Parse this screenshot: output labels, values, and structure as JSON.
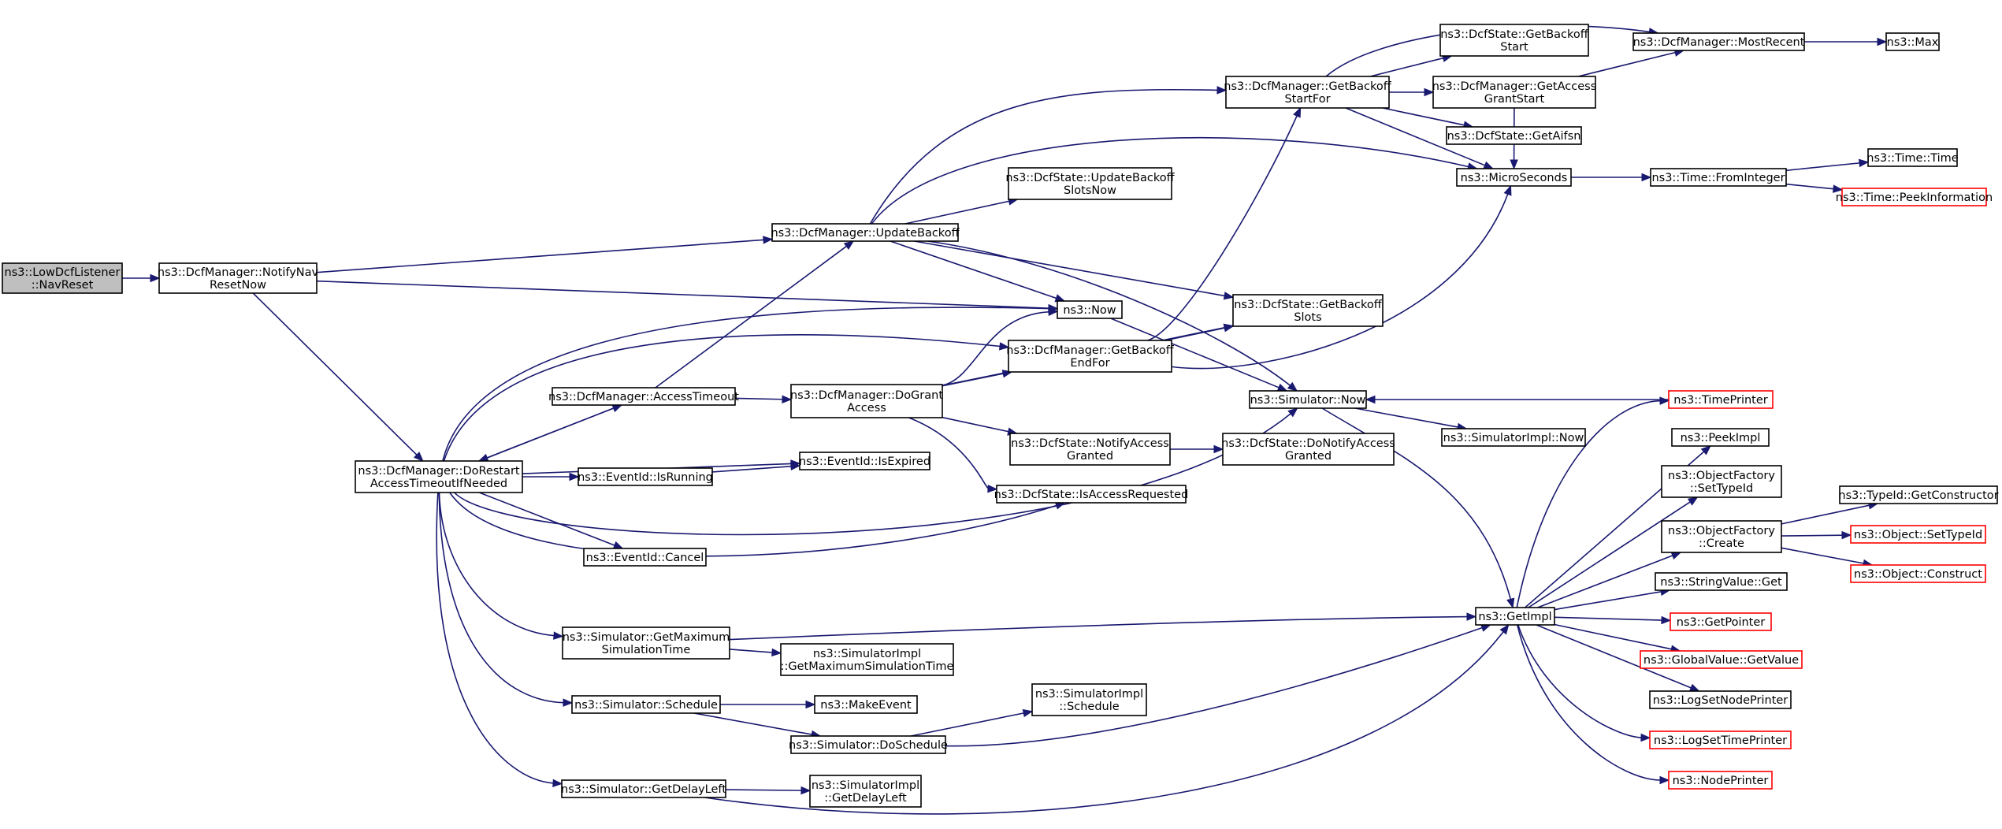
{
  "colors": {
    "edge": "#191970",
    "node_border": "#000000",
    "truncated_border": "#ff0000",
    "root_fill": "#bfbfbf",
    "node_fill": "#ffffff"
  },
  "nodes": [
    {
      "id": "lowdcf",
      "lines": [
        "ns3::LowDcfListener",
        "::NavReset"
      ],
      "style": "root"
    },
    {
      "id": "notifynav",
      "lines": [
        "ns3::DcfManager::NotifyNav",
        "ResetNow"
      ],
      "style": "normal"
    },
    {
      "id": "dorestart",
      "lines": [
        "ns3::DcfManager::DoRestart",
        "AccessTimeoutIfNeeded"
      ],
      "style": "normal"
    },
    {
      "id": "updatebackoff",
      "lines": [
        "ns3::DcfManager::UpdateBackoff"
      ],
      "style": "normal"
    },
    {
      "id": "accesstimeout",
      "lines": [
        "ns3::DcfManager::AccessTimeout"
      ],
      "style": "normal"
    },
    {
      "id": "dogrant",
      "lines": [
        "ns3::DcfManager::DoGrant",
        "Access"
      ],
      "style": "normal"
    },
    {
      "id": "isrunning",
      "lines": [
        "ns3::EventId::IsRunning"
      ],
      "style": "normal"
    },
    {
      "id": "isexpired",
      "lines": [
        "ns3::EventId::IsExpired"
      ],
      "style": "normal"
    },
    {
      "id": "cancel",
      "lines": [
        "ns3::EventId::Cancel"
      ],
      "style": "normal"
    },
    {
      "id": "getmaxsim",
      "lines": [
        "ns3::Simulator::GetMaximum",
        "SimulationTime"
      ],
      "style": "normal"
    },
    {
      "id": "schedule",
      "lines": [
        "ns3::Simulator::Schedule"
      ],
      "style": "normal"
    },
    {
      "id": "getdelayleft",
      "lines": [
        "ns3::Simulator::GetDelayLeft"
      ],
      "style": "normal"
    },
    {
      "id": "updatebackoffslots",
      "lines": [
        "ns3::DcfState::UpdateBackoff",
        "SlotsNow"
      ],
      "style": "normal"
    },
    {
      "id": "now",
      "lines": [
        "ns3::Now"
      ],
      "style": "normal"
    },
    {
      "id": "getbackoffendfor",
      "lines": [
        "ns3::DcfManager::GetBackoff",
        "EndFor"
      ],
      "style": "normal"
    },
    {
      "id": "notifyaccessgranted",
      "lines": [
        "ns3::DcfState::NotifyAccess",
        "Granted"
      ],
      "style": "normal"
    },
    {
      "id": "isaccessrequested",
      "lines": [
        "ns3::DcfState::IsAccessRequested"
      ],
      "style": "normal"
    },
    {
      "id": "simimplmaxsim",
      "lines": [
        "ns3::SimulatorImpl",
        "::GetMaximumSimulationTime"
      ],
      "style": "normal"
    },
    {
      "id": "makeevent",
      "lines": [
        "ns3::MakeEvent"
      ],
      "style": "normal"
    },
    {
      "id": "doschedule",
      "lines": [
        "ns3::Simulator::DoSchedule"
      ],
      "style": "normal"
    },
    {
      "id": "simimplschedule",
      "lines": [
        "ns3::SimulatorImpl",
        "::Schedule"
      ],
      "style": "normal"
    },
    {
      "id": "simimpldelayleft",
      "lines": [
        "ns3::SimulatorImpl",
        "::GetDelayLeft"
      ],
      "style": "normal"
    },
    {
      "id": "getbackoffstartfor",
      "lines": [
        "ns3::DcfManager::GetBackoff",
        "StartFor"
      ],
      "style": "normal"
    },
    {
      "id": "getbackoffslots",
      "lines": [
        "ns3::DcfState::GetBackoff",
        "Slots"
      ],
      "style": "normal"
    },
    {
      "id": "simnow",
      "lines": [
        "ns3::Simulator::Now"
      ],
      "style": "normal"
    },
    {
      "id": "donotifyaccess",
      "lines": [
        "ns3::DcfState::DoNotifyAccess",
        "Granted"
      ],
      "style": "normal"
    },
    {
      "id": "getimpl",
      "lines": [
        "ns3::GetImpl"
      ],
      "style": "normal"
    },
    {
      "id": "getbackoffstart",
      "lines": [
        "ns3::DcfState::GetBackoff",
        "Start"
      ],
      "style": "normal"
    },
    {
      "id": "getaccessgrantstart",
      "lines": [
        "ns3::DcfManager::GetAccess",
        "GrantStart"
      ],
      "style": "normal"
    },
    {
      "id": "getaifsn",
      "lines": [
        "ns3::DcfState::GetAifsn"
      ],
      "style": "normal"
    },
    {
      "id": "microseconds",
      "lines": [
        "ns3::MicroSeconds"
      ],
      "style": "normal"
    },
    {
      "id": "simimplnow",
      "lines": [
        "ns3::SimulatorImpl::Now"
      ],
      "style": "normal"
    },
    {
      "id": "mostrecent",
      "lines": [
        "ns3::DcfManager::MostRecent"
      ],
      "style": "normal"
    },
    {
      "id": "frominteger",
      "lines": [
        "ns3::Time::FromInteger"
      ],
      "style": "normal"
    },
    {
      "id": "timeprinter",
      "lines": [
        "ns3::TimePrinter"
      ],
      "style": "truncated"
    },
    {
      "id": "peekimpl",
      "lines": [
        "ns3::PeekImpl"
      ],
      "style": "normal"
    },
    {
      "id": "setypeid",
      "lines": [
        "ns3::ObjectFactory",
        "::SetTypeId"
      ],
      "style": "normal"
    },
    {
      "id": "ofcreate",
      "lines": [
        "ns3::ObjectFactory",
        "::Create"
      ],
      "style": "normal"
    },
    {
      "id": "stringget",
      "lines": [
        "ns3::StringValue::Get"
      ],
      "style": "normal"
    },
    {
      "id": "getpointer",
      "lines": [
        "ns3::GetPointer"
      ],
      "style": "truncated"
    },
    {
      "id": "globalvalue",
      "lines": [
        "ns3::GlobalValue::GetValue"
      ],
      "style": "truncated"
    },
    {
      "id": "logsetnode",
      "lines": [
        "ns3::LogSetNodePrinter"
      ],
      "style": "normal"
    },
    {
      "id": "logsettime",
      "lines": [
        "ns3::LogSetTimePrinter"
      ],
      "style": "truncated"
    },
    {
      "id": "nodeprinter",
      "lines": [
        "ns3::NodePrinter"
      ],
      "style": "truncated"
    },
    {
      "id": "max",
      "lines": [
        "ns3::Max"
      ],
      "style": "normal"
    },
    {
      "id": "timetime",
      "lines": [
        "ns3::Time::Time"
      ],
      "style": "normal"
    },
    {
      "id": "peekinfo",
      "lines": [
        "ns3::Time::PeekInformation"
      ],
      "style": "truncated"
    },
    {
      "id": "getconstructor",
      "lines": [
        "ns3::TypeId::GetConstructor"
      ],
      "style": "normal"
    },
    {
      "id": "objsettypeid",
      "lines": [
        "ns3::Object::SetTypeId"
      ],
      "style": "truncated"
    },
    {
      "id": "objconstruct",
      "lines": [
        "ns3::Object::Construct"
      ],
      "style": "truncated"
    }
  ],
  "edges": [
    {
      "from": "lowdcf",
      "to": "notifynav"
    },
    {
      "from": "notifynav",
      "to": "updatebackoff"
    },
    {
      "from": "notifynav",
      "to": "now"
    },
    {
      "from": "notifynav",
      "to": "dorestart"
    },
    {
      "from": "updatebackoff",
      "to": "getbackoffstartfor"
    },
    {
      "from": "updatebackoff",
      "to": "microseconds"
    },
    {
      "from": "updatebackoff",
      "to": "updatebackoffslots"
    },
    {
      "from": "updatebackoff",
      "to": "getbackoffslots"
    },
    {
      "from": "updatebackoff",
      "to": "now"
    },
    {
      "from": "updatebackoff",
      "to": "simnow"
    },
    {
      "from": "dorestart",
      "to": "now"
    },
    {
      "from": "dorestart",
      "to": "getbackoffendfor"
    },
    {
      "from": "dorestart",
      "to": "accesstimeout"
    },
    {
      "from": "dorestart",
      "to": "isexpired"
    },
    {
      "from": "dorestart",
      "to": "isrunning"
    },
    {
      "from": "dorestart",
      "to": "isaccessrequested"
    },
    {
      "from": "dorestart",
      "to": "cancel"
    },
    {
      "from": "dorestart",
      "to": "simnow"
    },
    {
      "from": "dorestart",
      "to": "getmaxsim"
    },
    {
      "from": "dorestart",
      "to": "schedule"
    },
    {
      "from": "dorestart",
      "to": "getdelayleft"
    },
    {
      "from": "accesstimeout",
      "to": "updatebackoff"
    },
    {
      "from": "accesstimeout",
      "to": "dogrant"
    },
    {
      "from": "accesstimeout",
      "to": "dorestart"
    },
    {
      "from": "dogrant",
      "to": "now"
    },
    {
      "from": "dogrant",
      "to": "getbackoffendfor"
    },
    {
      "from": "dogrant",
      "to": "getbackoffslots"
    },
    {
      "from": "dogrant",
      "to": "notifyaccessgranted"
    },
    {
      "from": "dogrant",
      "to": "isaccessrequested"
    },
    {
      "from": "isrunning",
      "to": "isexpired"
    },
    {
      "from": "getmaxsim",
      "to": "getimpl"
    },
    {
      "from": "getmaxsim",
      "to": "simimplmaxsim"
    },
    {
      "from": "schedule",
      "to": "makeevent"
    },
    {
      "from": "schedule",
      "to": "doschedule"
    },
    {
      "from": "doschedule",
      "to": "simimplschedule"
    },
    {
      "from": "doschedule",
      "to": "getimpl"
    },
    {
      "from": "getdelayleft",
      "to": "simimpldelayleft"
    },
    {
      "from": "getdelayleft",
      "to": "getimpl"
    },
    {
      "from": "now",
      "to": "simnow"
    },
    {
      "from": "getbackoffendfor",
      "to": "getbackoffstartfor"
    },
    {
      "from": "getbackoffendfor",
      "to": "getbackoffslots"
    },
    {
      "from": "getbackoffendfor",
      "to": "microseconds"
    },
    {
      "from": "notifyaccessgranted",
      "to": "donotifyaccess"
    },
    {
      "from": "getbackoffstartfor",
      "to": "mostrecent"
    },
    {
      "from": "getbackoffstartfor",
      "to": "getbackoffstart"
    },
    {
      "from": "getbackoffstartfor",
      "to": "getaccessgrantstart"
    },
    {
      "from": "getbackoffstartfor",
      "to": "getaifsn"
    },
    {
      "from": "getbackoffstartfor",
      "to": "microseconds"
    },
    {
      "from": "getaccessgrantstart",
      "to": "mostrecent"
    },
    {
      "from": "getaccessgrantstart",
      "to": "microseconds"
    },
    {
      "from": "mostrecent",
      "to": "max"
    },
    {
      "from": "microseconds",
      "to": "frominteger"
    },
    {
      "from": "frominteger",
      "to": "timetime"
    },
    {
      "from": "frominteger",
      "to": "peekinfo"
    },
    {
      "from": "simnow",
      "to": "simimplnow"
    },
    {
      "from": "simnow",
      "to": "getimpl"
    },
    {
      "from": "timeprinter",
      "to": "simnow"
    },
    {
      "from": "getimpl",
      "to": "timeprinter"
    },
    {
      "from": "getimpl",
      "to": "peekimpl"
    },
    {
      "from": "getimpl",
      "to": "setypeid"
    },
    {
      "from": "getimpl",
      "to": "ofcreate"
    },
    {
      "from": "getimpl",
      "to": "stringget"
    },
    {
      "from": "getimpl",
      "to": "getpointer"
    },
    {
      "from": "getimpl",
      "to": "globalvalue"
    },
    {
      "from": "getimpl",
      "to": "logsetnode"
    },
    {
      "from": "getimpl",
      "to": "logsettime"
    },
    {
      "from": "getimpl",
      "to": "nodeprinter"
    },
    {
      "from": "ofcreate",
      "to": "getconstructor"
    },
    {
      "from": "ofcreate",
      "to": "objsettypeid"
    },
    {
      "from": "ofcreate",
      "to": "objconstruct"
    }
  ]
}
